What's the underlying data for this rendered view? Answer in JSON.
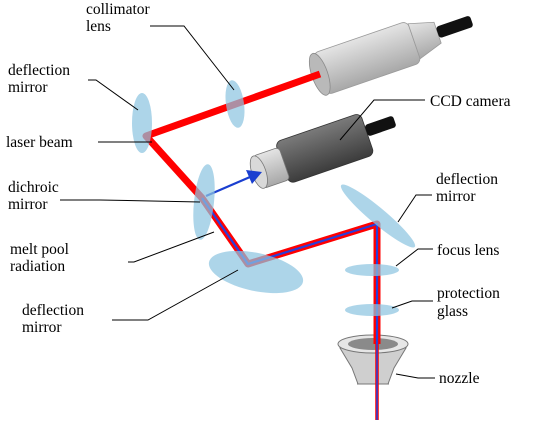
{
  "labels": {
    "collimator_lens": [
      "collimator",
      "lens"
    ],
    "deflection_mirror_left": [
      "deflection",
      "mirror"
    ],
    "laser_beam": "laser beam",
    "dichroic_mirror": [
      "dichroic",
      "mirror"
    ],
    "melt_pool_radiation": [
      "melt pool",
      "radiation"
    ],
    "deflection_mirror_bottom": [
      "deflection",
      "mirror"
    ],
    "ccd_camera": "CCD camera",
    "deflection_mirror_right": [
      "deflection",
      "mirror"
    ],
    "focus_lens": "focus lens",
    "protection_glass": [
      "protection",
      "glass"
    ],
    "nozzle": "nozzle"
  },
  "colors": {
    "laser": "#ff0000",
    "radiation": "#2a3fd8",
    "optic": "#8ec5e0",
    "camera_dark": "#555555",
    "collimator_light": "#c8c8c8"
  }
}
